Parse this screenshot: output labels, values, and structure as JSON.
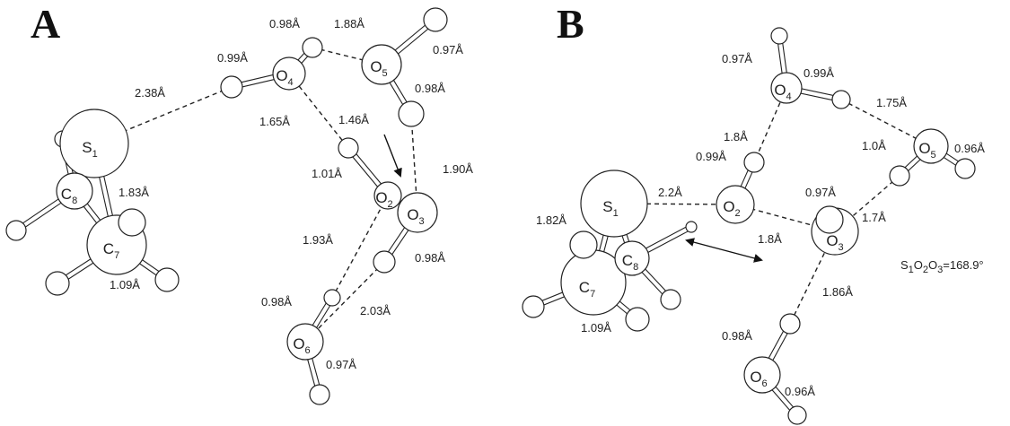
{
  "panels": [
    {
      "id": "A",
      "label": "A",
      "atoms": {
        "S1": {
          "el": "S",
          "sub": "1"
        },
        "C8": {
          "el": "C",
          "sub": "8"
        },
        "C7": {
          "el": "C",
          "sub": "7"
        },
        "O4": {
          "el": "O",
          "sub": "4"
        },
        "O5": {
          "el": "O",
          "sub": "5"
        },
        "O2": {
          "el": "O",
          "sub": "2"
        },
        "O3": {
          "el": "O",
          "sub": "3"
        },
        "O6": {
          "el": "O",
          "sub": "6"
        }
      },
      "distances": [
        "0.98Å",
        "1.88Å",
        "0.97Å",
        "0.99Å",
        "2.38Å",
        "0.98Å",
        "1.65Å",
        "1.46Å",
        "1.01Å",
        "1.90Å",
        "1.83Å",
        "1.93Å",
        "0.98Å",
        "1.09Å",
        "0.98Å",
        "2.03Å",
        "0.97Å"
      ]
    },
    {
      "id": "B",
      "label": "B",
      "atoms": {
        "S1": {
          "el": "S",
          "sub": "1"
        },
        "C8": {
          "el": "C",
          "sub": "8"
        },
        "C7": {
          "el": "C",
          "sub": "7"
        },
        "O4": {
          "el": "O",
          "sub": "4"
        },
        "O5": {
          "el": "O",
          "sub": "5"
        },
        "O2": {
          "el": "O",
          "sub": "2"
        },
        "O3": {
          "el": "O",
          "sub": "3"
        },
        "O6": {
          "el": "O",
          "sub": "6"
        }
      },
      "distances": [
        "0.97Å",
        "0.99Å",
        "1.8Å",
        "1.75Å",
        "1.0Å",
        "0.96Å",
        "0.99Å",
        "0.97Å",
        "2.2Å",
        "1.82Å",
        "1.8Å",
        "1.7Å",
        "1.86Å",
        "1.09Å",
        "0.98Å",
        "0.96Å"
      ],
      "angle": {
        "prefix": [
          "S",
          "O",
          "O"
        ],
        "subs": [
          "1",
          "2",
          "3"
        ],
        "value": "=168.9°"
      }
    }
  ]
}
